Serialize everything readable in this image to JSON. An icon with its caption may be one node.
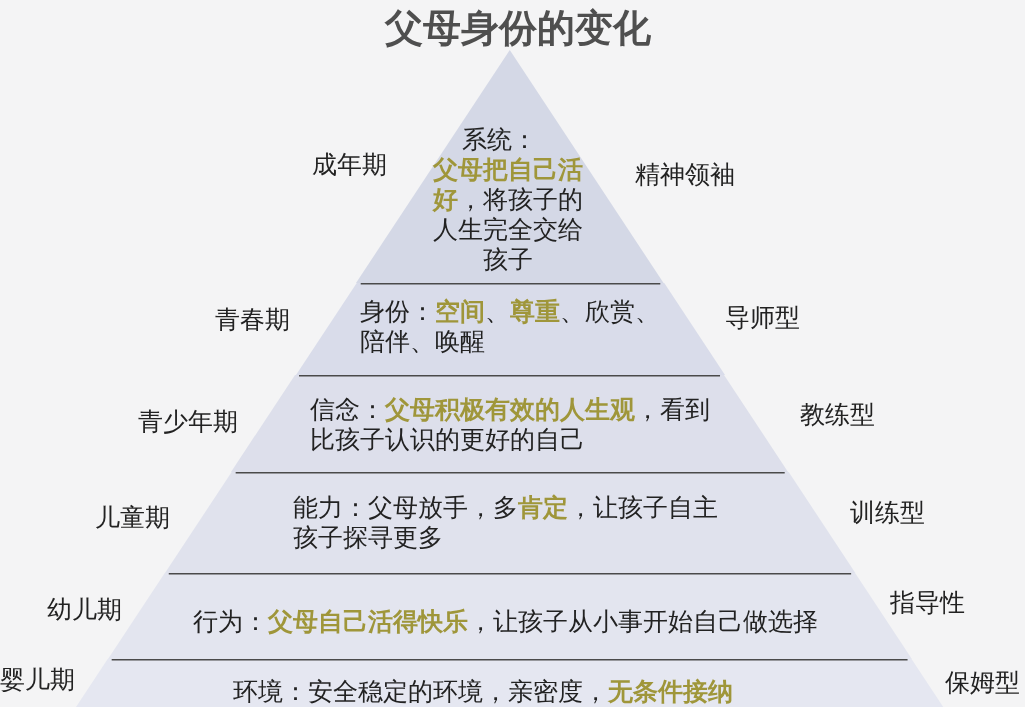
{
  "diagram": {
    "title": "父母身份的变化",
    "nodes": [
      {
        "text": [
          "系统：",
          "**父母把自己活好**，将孩子的人生完全交给孩子"
        ],
        "beside": [
          "成年期",
          "精神领袖"
        ]
      },
      {
        "text": [
          "身份：**空间**、**尊重**、欣赏、陪伴、唤醒"
        ],
        "beside": [
          "青春期",
          "导师型"
        ]
      },
      {
        "text": [
          "信念：**父母积极有效的人生观**，看到比孩子认识的更好的自己"
        ],
        "beside": [
          "青少年期",
          "教练型"
        ]
      },
      {
        "text": [
          "能力：父母放手，多**肯定**，让孩子自主孩子探寻更多"
        ],
        "beside": [
          "儿童期",
          "训练型"
        ]
      },
      {
        "text": [
          "行为：**父母自己活得快乐**，让孩子从小事开始自己做选择"
        ],
        "beside": [
          "幼儿期",
          "指导性"
        ]
      },
      {
        "text": [
          "环境：安全稳定的环境，亲密度，**无条件接纳**"
        ],
        "beside": [
          "婴儿期",
          "保姆型"
        ]
      }
    ]
  }
}
